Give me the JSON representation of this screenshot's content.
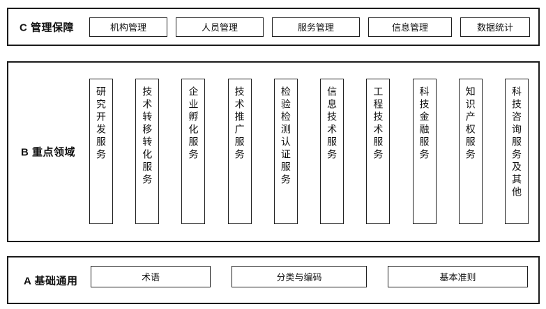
{
  "diagram": {
    "sections": {
      "c": {
        "label": "C 管理保障",
        "items": [
          "机构管理",
          "人员管理",
          "服务管理",
          "信息管理",
          "数据统计"
        ]
      },
      "b": {
        "label": "B 重点领域",
        "items": [
          "研究开发服务",
          "技术转移转化服务",
          "企业孵化服务",
          "技术推广服务",
          "检验检测认证服务",
          "信息技术服务",
          "工程技术服务",
          "科技金融服务",
          "知识产权服务",
          "科技咨询服务及其他"
        ]
      },
      "a": {
        "label": "A 基础通用",
        "items": [
          "术语",
          "分类与编码",
          "基本准则"
        ]
      }
    },
    "colors": {
      "background": "#ffffff",
      "border": "#1a1a1a",
      "text": "#111111"
    }
  }
}
